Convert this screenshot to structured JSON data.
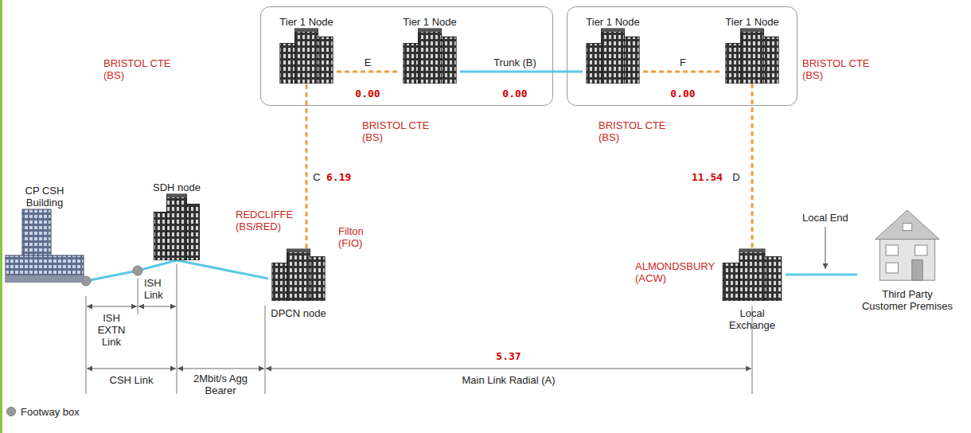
{
  "diagram": {
    "nodes": [
      {
        "text": []
      },
      {
        "text": [
          "Tier 1 Node"
        ],
        "in": 0
      },
      {
        "text": [
          "Tier 1 Node"
        ],
        "in": 0
      },
      {
        "text": []
      },
      {
        "text": [
          "Tier 1 Node"
        ],
        "in": 3
      },
      {
        "text": [
          "Tier 1 Node"
        ],
        "in": 3
      },
      {
        "text": [
          "CP CSH Building"
        ]
      },
      {
        "text": [
          "SDH node"
        ]
      },
      {
        "text": [
          "DPCN node"
        ]
      },
      {
        "text": [
          "Local Exchange"
        ]
      },
      {
        "text": [
          "Third Party Customer Premises"
        ]
      }
    ],
    "edges": [
      {
        "from": 6,
        "to": 7,
        "arrow": "none"
      },
      {
        "from": 7,
        "to": 8,
        "arrow": "none"
      },
      {
        "from": 8,
        "to": 1,
        "arrow": "none",
        "label": "C"
      },
      {
        "from": 1,
        "to": 2,
        "arrow": "none",
        "label": "E"
      },
      {
        "from": 2,
        "to": 4,
        "arrow": "none",
        "label": "Trunk (B)"
      },
      {
        "from": 4,
        "to": 5,
        "arrow": "none",
        "label": "F"
      },
      {
        "from": 5,
        "to": 9,
        "arrow": "none",
        "label": "D"
      },
      {
        "from": 9,
        "to": 10,
        "arrow": "none"
      }
    ],
    "labels": [
      "BRISTOL CTE (BS)",
      "BRISTOL CTE (BS)",
      "BRISTOL CTE (BS)",
      "BRISTOL CTE (BS)",
      "REDCLIFFE (BS/RED)",
      "Filton (FIO)",
      "ALMONDSBURY (ACW)",
      "0.00",
      "0.00",
      "0.00",
      "6.19",
      "11.54",
      "5.37",
      "Local End",
      "ISH EXTN Link",
      "ISH Link",
      "CSH Link",
      "2Mbit/s Agg Bearer",
      "Main Link Radial (A)"
    ],
    "legend": [
      {
        "text": "Footway box",
        "color": "#9a9a9a"
      }
    ]
  }
}
